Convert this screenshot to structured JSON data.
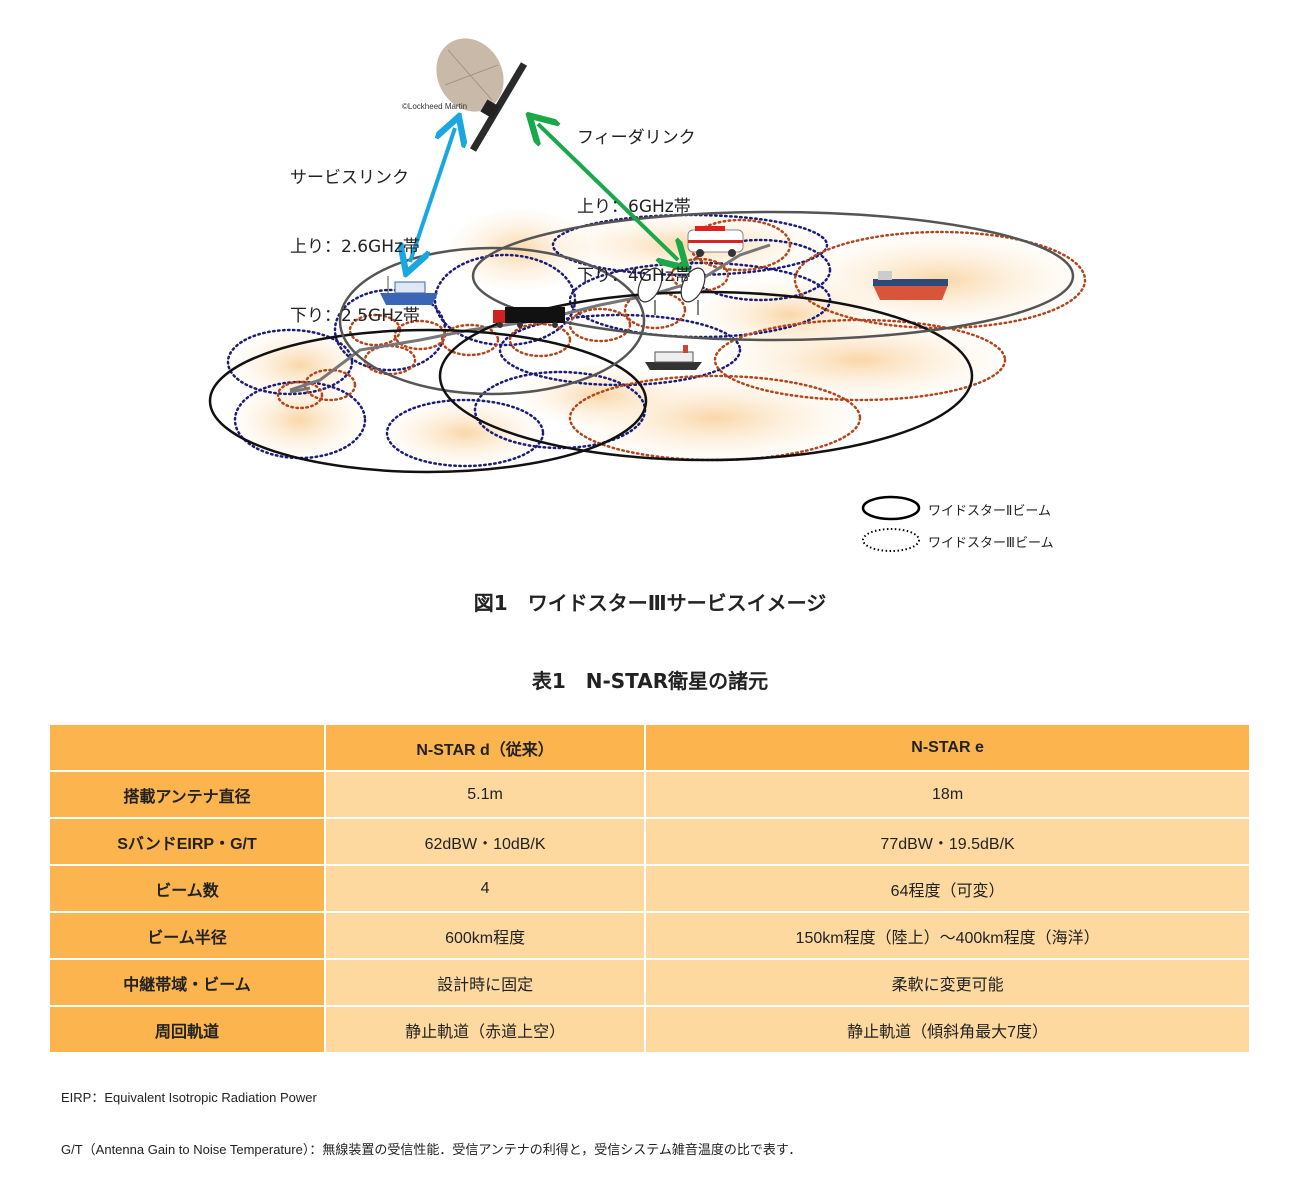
{
  "figure": {
    "copyright": "©Lockheed Martin",
    "service_link": {
      "title": "サービスリンク",
      "up": "上り：2.6GHz帯",
      "down": "下り：2.5GHz帯"
    },
    "feeder_link": {
      "title": "フィーダリンク",
      "up": "上り：6GHz帯",
      "down": "下り：4GHz帯"
    },
    "legend": [
      {
        "label": "ワイドスターⅡビーム",
        "style": "solid"
      },
      {
        "label": "ワイドスターⅢビーム",
        "style": "dotted"
      }
    ],
    "colors": {
      "service_arrow": "#1aa7e0",
      "feeder_arrow": "#1aa84a",
      "beam2": "#000000",
      "beam3_blue": "#1c1c7a",
      "beam3_red": "#b5451b",
      "beam_fill": "#f8c98a"
    },
    "caption": "図1　ワイドスターⅢサービスイメージ"
  },
  "table": {
    "caption": "表1　N-STAR衛星の諸元",
    "headers": [
      "",
      "N-STAR d（従来）",
      "N-STAR e"
    ],
    "rows": [
      [
        "搭載アンテナ直径",
        "5.1m",
        "18m"
      ],
      [
        "SバンドEIRP・G/T",
        "62dBW・10dB/K",
        "77dBW・19.5dB/K"
      ],
      [
        "ビーム数",
        "4",
        "64程度（可変）"
      ],
      [
        "ビーム半径",
        "600km程度",
        "150km程度（陸上）～400km程度（海洋）"
      ],
      [
        "中継帯域・ビーム",
        "設計時に固定",
        "柔軟に変更可能"
      ],
      [
        "周回軌道",
        "静止軌道（赤道上空）",
        "静止軌道（傾斜角最大7度）"
      ]
    ],
    "colors": {
      "header": "#fbb44e",
      "cell": "#fdd9a0"
    }
  },
  "notes": [
    "EIRP：Equivalent Isotropic Radiation Power",
    "G/T（Antenna Gain to Noise Temperature）：無線装置の受信性能．受信アンテナの利得と，受信システム雑音温度の比で表す．"
  ]
}
